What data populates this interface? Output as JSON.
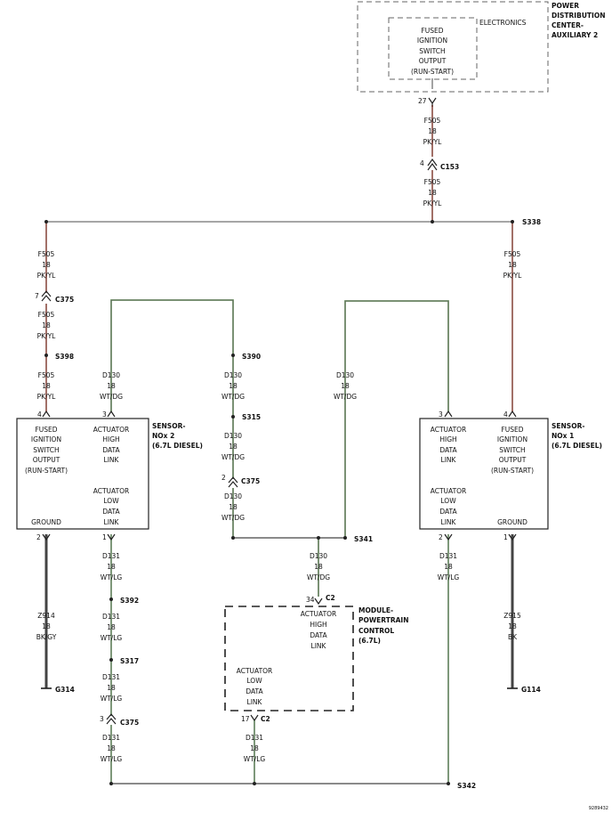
{
  "colors": {
    "pk_yl": "#f08a7c",
    "wt_dg": "#9fcd92",
    "wt_lg": "#a6dca0",
    "bk": "#333333",
    "gray": "#888888"
  },
  "pdc": {
    "title": [
      "POWER",
      "DISTRIBUTION",
      "CENTER-",
      "AUXILIARY 2"
    ],
    "electronics": "ELECTRONICS",
    "output_lines": [
      "FUSED",
      "IGNITION",
      "SWITCH",
      "OUTPUT",
      "(RUN-START)"
    ],
    "pin": "27"
  },
  "top_wire": {
    "circuit": "F505",
    "gauge": "18",
    "color": "PK/YL",
    "connector": "C153",
    "pin": "4",
    "circuit_b": "F505",
    "gauge_b": "18",
    "color_b": "PK/YL"
  },
  "splices": {
    "s338": "S338",
    "s398": "S398",
    "s390": "S390",
    "s315": "S315",
    "s341": "S341",
    "s392": "S392",
    "s317": "S317",
    "s342": "S342"
  },
  "left_feed": {
    "c1": "F505",
    "g1": "18",
    "col1": "PK/YL",
    "pin": "7",
    "connector": "C375",
    "c2": "F505",
    "g2": "18",
    "col2": "PK/YL",
    "c3": "F505",
    "g3": "18",
    "col3": "PK/YL"
  },
  "right_feed": {
    "circuit": "F505",
    "gauge": "18",
    "color": "PK/YL"
  },
  "high_left": {
    "circuit": "D130",
    "gauge": "18",
    "color": "WT/DG"
  },
  "high_right": {
    "circuit": "D130",
    "gauge": "18",
    "color": "WT/DG"
  },
  "mid_high": {
    "c1": "D130",
    "g1": "18",
    "col1": "WT/DG",
    "c2": "D130",
    "g2": "18",
    "col2": "WT/DG",
    "pin": "2",
    "connector": "C375",
    "c3": "D130",
    "g3": "18",
    "col3": "WT/DG"
  },
  "sensor2": {
    "title": [
      "SENSOR-",
      "NOx 2",
      "(6.7L DIESEL)"
    ],
    "pin_power": "4",
    "pin_high": "3",
    "pin_ground": "2",
    "pin_low": "1",
    "power_lines": [
      "FUSED",
      "IGNITION",
      "SWITCH",
      "OUTPUT",
      "(RUN-START)"
    ],
    "high_lines": [
      "ACTUATOR",
      "HIGH",
      "DATA",
      "LINK"
    ],
    "low_lines": [
      "ACTUATOR",
      "LOW",
      "DATA",
      "LINK"
    ],
    "ground": "GROUND"
  },
  "sensor1": {
    "title": [
      "SENSOR-",
      "NOx 1",
      "(6.7L DIESEL)"
    ],
    "pin_high": "3",
    "pin_power": "4",
    "pin_low": "2",
    "pin_ground": "1",
    "high_lines": [
      "ACTUATOR",
      "HIGH",
      "DATA",
      "LINK"
    ],
    "power_lines": [
      "FUSED",
      "IGNITION",
      "SWITCH",
      "OUTPUT",
      "(RUN-START)"
    ],
    "low_lines": [
      "ACTUATOR",
      "LOW",
      "DATA",
      "LINK"
    ],
    "ground": "GROUND"
  },
  "ground_left": {
    "circuit": "Z914",
    "gauge": "18",
    "color": "BK/GY",
    "label": "G314"
  },
  "ground_right": {
    "circuit": "Z915",
    "gauge": "18",
    "color": "BK",
    "label": "G114"
  },
  "low_left": {
    "c1": "D131",
    "g1": "18",
    "col1": "WT/LG",
    "c2": "D131",
    "g2": "18",
    "col2": "WT/LG",
    "c3": "D131",
    "g3": "18",
    "col3": "WT/LG",
    "pin": "3",
    "connector": "C375",
    "c4": "D131",
    "g4": "18",
    "col4": "WT/LG"
  },
  "low_right": {
    "circuit": "D131",
    "gauge": "18",
    "color": "WT/LG"
  },
  "pcm_high_wire": {
    "circuit": "D130",
    "gauge": "18",
    "color": "WT/DG"
  },
  "pcm": {
    "title": [
      "MODULE-",
      "POWERTRAIN",
      "CONTROL",
      "(6.7L)"
    ],
    "pin_high": "34",
    "conn_high": "C2",
    "pin_low": "17",
    "conn_low": "C2",
    "high_lines": [
      "ACTUATOR",
      "HIGH",
      "DATA",
      "LINK"
    ],
    "low_lines": [
      "ACTUATOR",
      "LOW",
      "DATA",
      "LINK"
    ]
  },
  "pcm_low_wire": {
    "circuit": "D131",
    "gauge": "18",
    "color": "WT/LG"
  },
  "figure_id": "9289432"
}
